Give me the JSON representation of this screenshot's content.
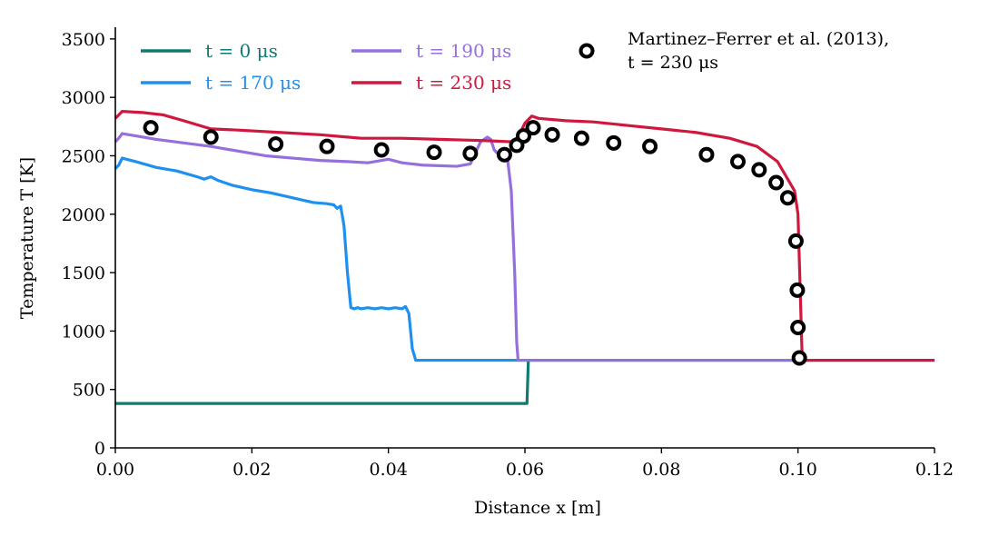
{
  "chart_data": {
    "type": "line",
    "xlabel": "Distance x [m]",
    "ylabel": "Temperature T [K]",
    "xlim": [
      0,
      0.12
    ],
    "ylim": [
      0,
      3600
    ],
    "xticks": [
      "0.00",
      "0.02",
      "0.04",
      "0.06",
      "0.08",
      "0.10",
      "0.12"
    ],
    "yticks": [
      "0",
      "500",
      "1000",
      "1500",
      "2000",
      "2500",
      "3000",
      "3500"
    ],
    "grid": false,
    "legend_placement": "top",
    "series": [
      {
        "name": "t = 0 μs",
        "color": "#117a70",
        "x": [
          0.0,
          0.0603,
          0.0605,
          0.12
        ],
        "y": [
          380,
          380,
          750,
          750
        ]
      },
      {
        "name": "t = 170 μs",
        "color": "#1f8ff0",
        "x": [
          0.0,
          0.0005,
          0.001,
          0.003,
          0.006,
          0.009,
          0.012,
          0.013,
          0.014,
          0.015,
          0.017,
          0.02,
          0.023,
          0.026,
          0.029,
          0.031,
          0.032,
          0.0325,
          0.033,
          0.0335,
          0.034,
          0.0345,
          0.035,
          0.0355,
          0.036,
          0.037,
          0.038,
          0.039,
          0.04,
          0.041,
          0.042,
          0.0425,
          0.043,
          0.0435,
          0.044,
          0.05,
          0.06,
          0.0605
        ],
        "y": [
          2390,
          2420,
          2480,
          2450,
          2400,
          2370,
          2320,
          2300,
          2320,
          2290,
          2250,
          2210,
          2180,
          2140,
          2100,
          2090,
          2080,
          2050,
          2070,
          1900,
          1500,
          1200,
          1190,
          1200,
          1190,
          1200,
          1190,
          1200,
          1190,
          1200,
          1190,
          1210,
          1150,
          850,
          750,
          750,
          750,
          750
        ]
      },
      {
        "name": "t = 190 μs",
        "color": "#9570dc",
        "x": [
          0.0,
          0.0005,
          0.001,
          0.003,
          0.006,
          0.01,
          0.014,
          0.018,
          0.022,
          0.026,
          0.03,
          0.034,
          0.037,
          0.04,
          0.042,
          0.045,
          0.05,
          0.052,
          0.0535,
          0.0545,
          0.055,
          0.0555,
          0.056,
          0.057,
          0.0575,
          0.058,
          0.0585,
          0.0588,
          0.059,
          0.06,
          0.12
        ],
        "y": [
          2620,
          2650,
          2690,
          2670,
          2640,
          2610,
          2580,
          2540,
          2500,
          2480,
          2460,
          2450,
          2440,
          2470,
          2440,
          2420,
          2410,
          2430,
          2620,
          2660,
          2640,
          2550,
          2520,
          2510,
          2450,
          2200,
          1500,
          900,
          750,
          750,
          750
        ]
      },
      {
        "name": "t = 230 μs",
        "color": "#d0183e",
        "x": [
          0.0,
          0.0005,
          0.001,
          0.004,
          0.007,
          0.01,
          0.014,
          0.018,
          0.024,
          0.03,
          0.036,
          0.042,
          0.048,
          0.054,
          0.058,
          0.059,
          0.06,
          0.061,
          0.062,
          0.066,
          0.07,
          0.075,
          0.08,
          0.085,
          0.09,
          0.094,
          0.097,
          0.0985,
          0.0995,
          0.1,
          0.1003,
          0.1006,
          0.1008,
          0.101,
          0.12
        ],
        "y": [
          2820,
          2850,
          2880,
          2870,
          2850,
          2800,
          2730,
          2720,
          2700,
          2680,
          2650,
          2650,
          2640,
          2630,
          2620,
          2660,
          2780,
          2840,
          2820,
          2800,
          2790,
          2760,
          2730,
          2700,
          2650,
          2580,
          2450,
          2300,
          2200,
          2000,
          1400,
          800,
          750,
          750,
          750
        ]
      }
    ],
    "reference": {
      "name": "Martinez–Ferrer et al. (2013),",
      "name_line2": "t = 230 μs",
      "marker": "open-circle",
      "color": "#000000",
      "x": [
        0.0052,
        0.014,
        0.0235,
        0.031,
        0.039,
        0.0467,
        0.052,
        0.057,
        0.0588,
        0.0598,
        0.0612,
        0.064,
        0.0683,
        0.073,
        0.0783,
        0.0866,
        0.0912,
        0.0943,
        0.0968,
        0.0985,
        0.0997,
        0.0999,
        0.1,
        0.1002
      ],
      "y": [
        2740,
        2660,
        2600,
        2580,
        2550,
        2530,
        2520,
        2510,
        2590,
        2670,
        2740,
        2680,
        2650,
        2610,
        2580,
        2510,
        2450,
        2380,
        2270,
        2140,
        1770,
        1350,
        1030,
        770
      ]
    }
  }
}
